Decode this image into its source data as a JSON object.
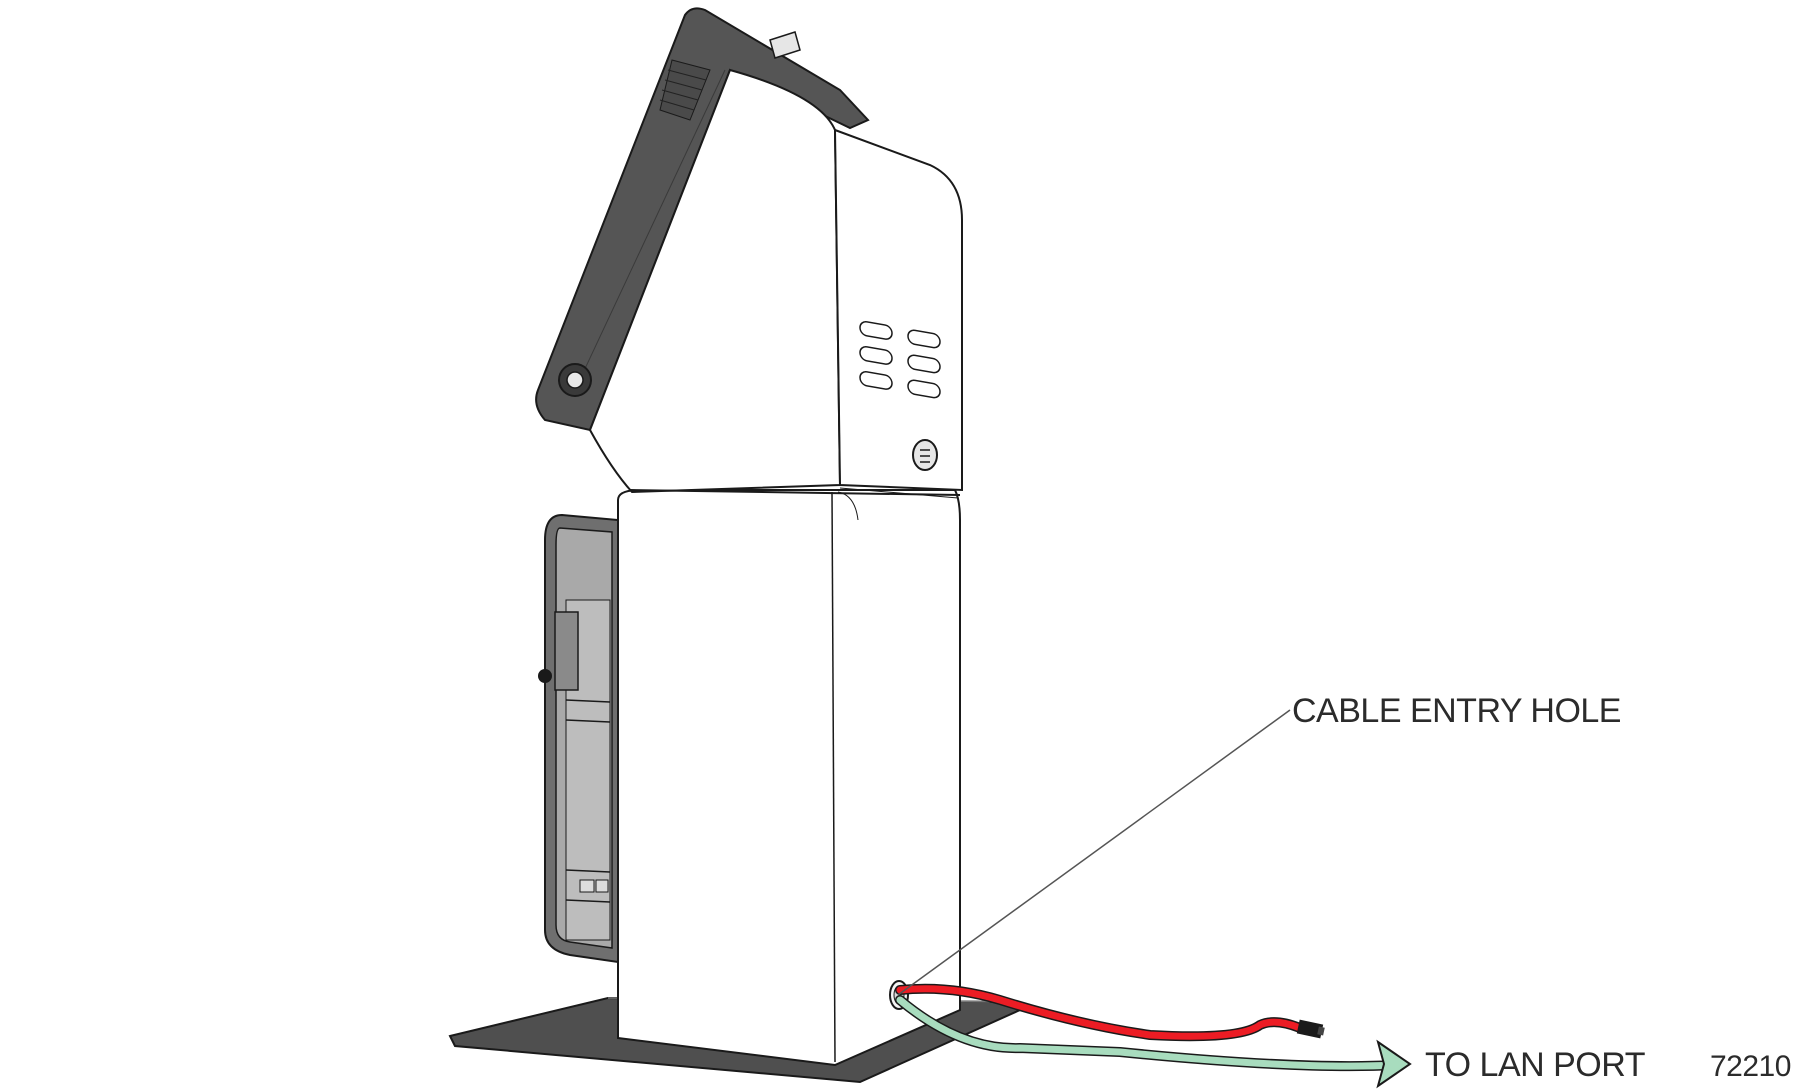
{
  "labels": {
    "cable_entry_hole": "CABLE ENTRY HOLE",
    "to_lan_port": "TO LAN PORT",
    "figure_number": "72210"
  },
  "colors": {
    "outline": "#1a1a1a",
    "body_fill": "#ffffff",
    "dark_panel": "#555555",
    "base_plate": "#4f4f4f",
    "inner_panel": "#a9a9a9",
    "red_cable": "#ec1c24",
    "green_cable": "#a8dcbe",
    "text": "#2b2b2b"
  }
}
